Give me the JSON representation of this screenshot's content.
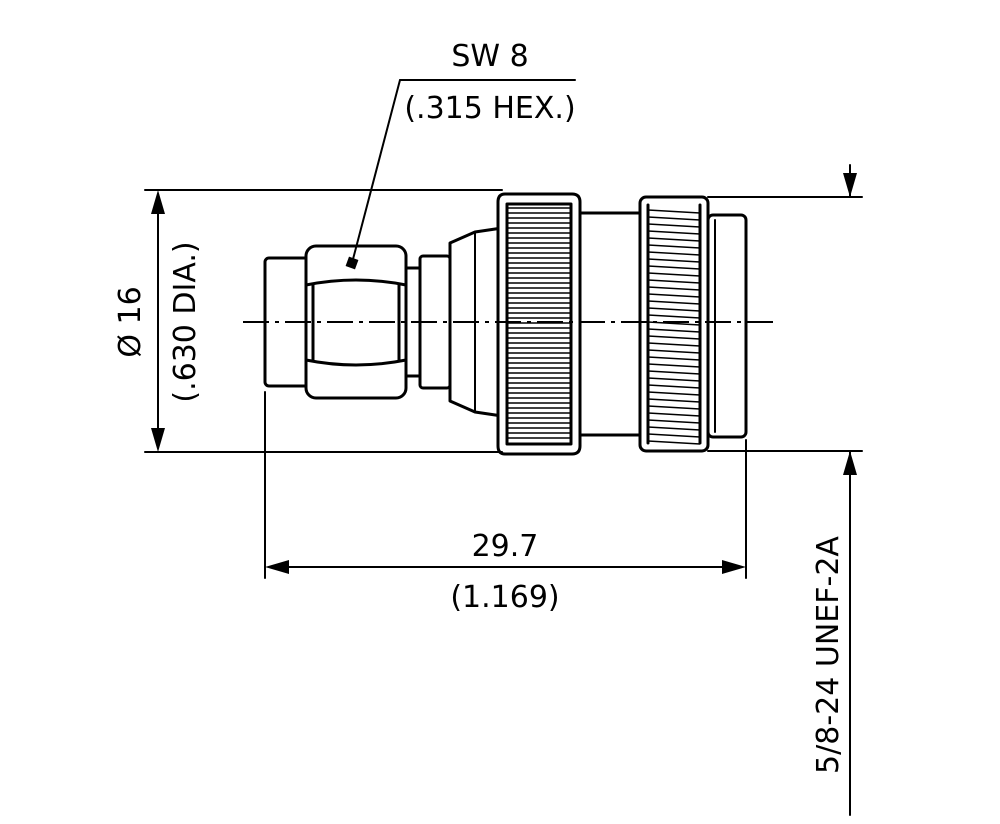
{
  "hex_callout": {
    "size": "SW 8",
    "size_inch": "(.315 HEX.)"
  },
  "diameter_dimension": {
    "value": "Ø 16",
    "value_inch": "(.630 DIA.)"
  },
  "length_dimension": {
    "value": "29.7",
    "value_inch": "(1.169)"
  },
  "thread_callout": {
    "spec": "5/8-24 UNEF-2A"
  }
}
